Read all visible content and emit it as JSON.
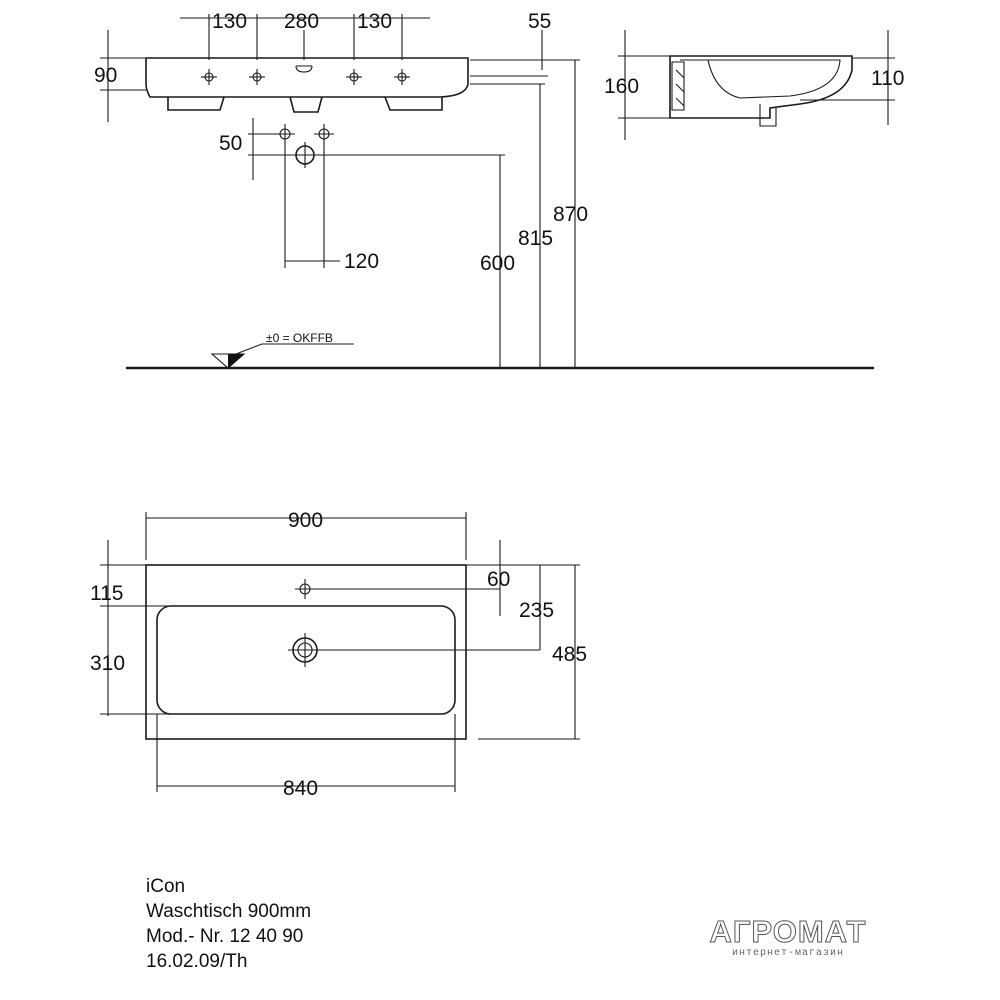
{
  "dimensions": {
    "top_130_left": "130",
    "top_280": "280",
    "top_130_right": "130",
    "top_55": "55",
    "height_90": "90",
    "valve_50": "50",
    "valve_120": "120",
    "drain_600": "600",
    "rim_815": "815",
    "overall_870": "870",
    "side_160": "160",
    "side_110": "110",
    "width_900": "900",
    "width_840": "840",
    "plan_115": "115",
    "plan_310": "310",
    "plan_60": "60",
    "plan_235": "235",
    "depth_485": "485"
  },
  "floor_label": "±0 = OKFFB",
  "caption": {
    "line1": "iCon",
    "line2": "Waschtisch 900mm",
    "line3": "Mod.- Nr. 12 40 90",
    "line4": "16.02.09/Th"
  },
  "logo": {
    "main": "АГРОМАТ",
    "sub": "интернет-магазин"
  }
}
